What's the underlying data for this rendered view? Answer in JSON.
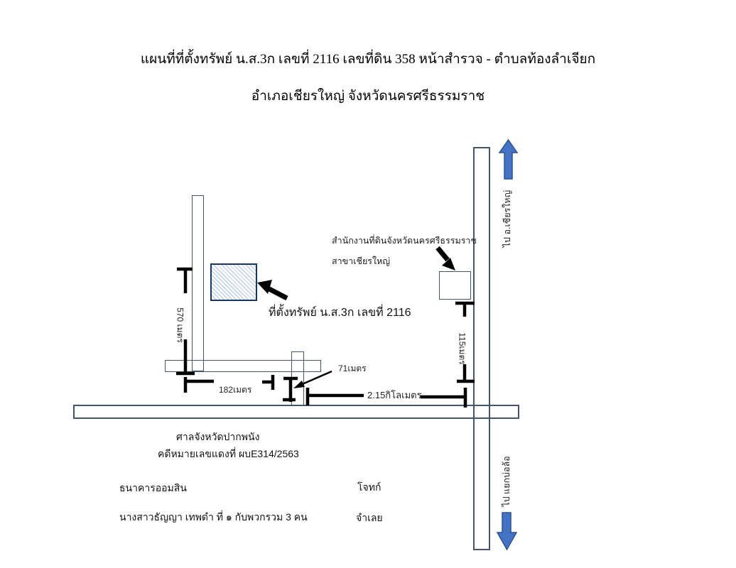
{
  "title": {
    "line1": "แผนที่ที่ตั้งทรัพย์ น.ส.3ก เลขที่ 2116 เลขที่ดิน 358 หน้าสำรวจ - ตำบลท้องลำเจียก",
    "line2": "อำเภอเชียรใหญ่  จังหวัดนครศรีธรรมราช"
  },
  "map": {
    "office_label_line1": "สำนักงานที่ดินจังหวัดนครศรีธรรมราช",
    "office_label_line2": "สาขาเชียรใหญ่",
    "property_label": "ที่ตั้งทรัพย์ น.ส.3ก เลขที่ 2116",
    "dimensions": {
      "left_road": "570 เมตร",
      "mid_road": "182เมตร",
      "small_road": "71เมตร",
      "bottom_road": "2.15กิโลเมตร",
      "right_road": "115เมตร"
    },
    "directions": {
      "north": "ไป อ.เชียรใหญ่",
      "south": "ไป แยกบ่อล้อ"
    },
    "colors": {
      "road_outline": "#44546A",
      "property_border": "#17375E",
      "hatch_blue": "#6E91C8",
      "arrow_blue_fill": "#4472C4",
      "arrow_blue_border": "#2F528F",
      "marks_black": "#000000"
    }
  },
  "footer": {
    "court": "ศาลจังหวัดปากพนัง",
    "case_no": "คดีหมายเลขแดงที่ ผบE314/2563",
    "plaintiff": "ธนาคารออมสิน",
    "plaintiff_role": "โจทก์",
    "defendant": "นางสาวธัญญา เทพดำ ที่ ๑ กับพวกรวม 3 คน",
    "defendant_role": "จำเลย"
  }
}
